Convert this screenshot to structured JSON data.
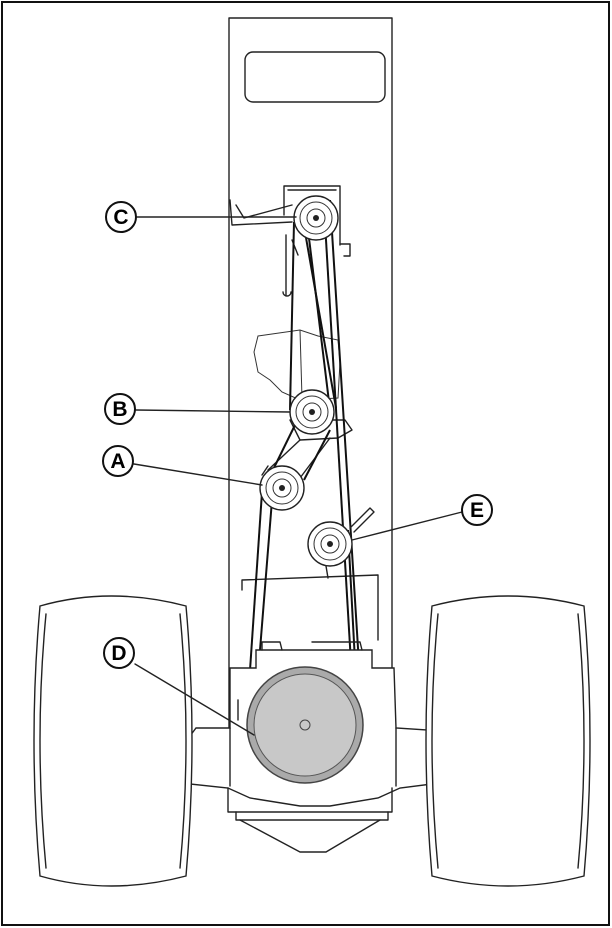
{
  "callouts": [
    {
      "id": "A",
      "label": "A"
    },
    {
      "id": "B",
      "label": "B"
    },
    {
      "id": "C",
      "label": "C"
    },
    {
      "id": "D",
      "label": "D"
    },
    {
      "id": "E",
      "label": "E"
    }
  ],
  "colors": {
    "frame": "#111111",
    "line": "#222222",
    "pulley_d_fill": "#c8c8c8",
    "pulley_d_ring": "#aaaaaa",
    "background": "#ffffff"
  }
}
